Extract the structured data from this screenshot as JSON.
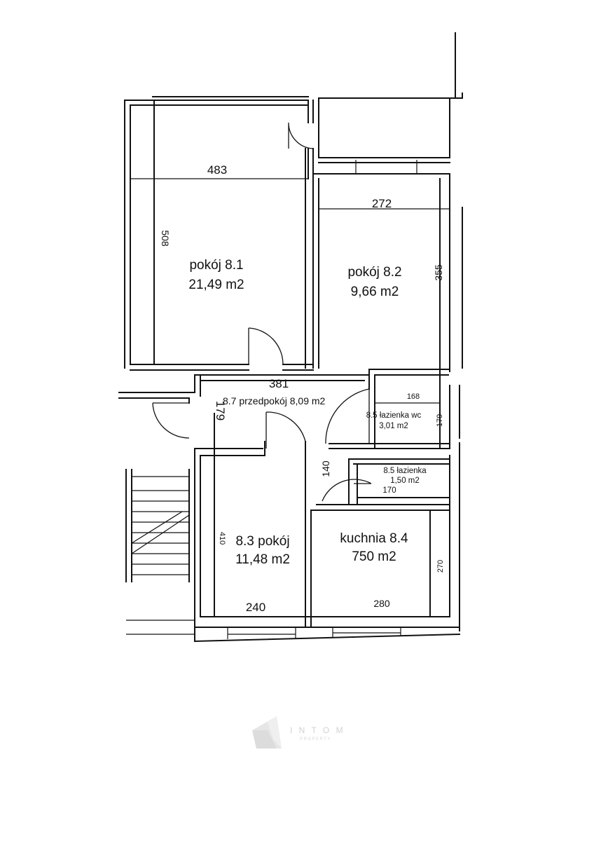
{
  "rooms": {
    "r81": {
      "name": "pokój 8.1",
      "area": "21,49 m2"
    },
    "r82": {
      "name": "pokój 8.2",
      "area": "9,66 m2"
    },
    "r83": {
      "name": "8.3 pokój",
      "area": "11,48 m2"
    },
    "r84": {
      "name": "kuchnia 8.4",
      "area": "750 m2"
    },
    "r85a": {
      "name": "8.5 łazienka wc",
      "area": "3,01 m2"
    },
    "r85b": {
      "name": "8.5 łazienka",
      "area": "1,50 m2"
    },
    "r87": {
      "label": "8.7 przedpokój 8,09 m2"
    }
  },
  "dimensions": {
    "d483": "483",
    "d508": "508",
    "d272": "272",
    "d355": "355",
    "d381": "381",
    "d179a": "179",
    "d168": "168",
    "d179b": "179",
    "d140": "140",
    "d170": "170",
    "d410": "410",
    "d240": "240",
    "d280": "280",
    "d270": "270"
  },
  "watermark": {
    "logo": "logo-icon",
    "text": "I N T O M",
    "subtext": "PROPERTY"
  },
  "colors": {
    "ink": "#111111",
    "watermark": "#d2d2d2"
  }
}
